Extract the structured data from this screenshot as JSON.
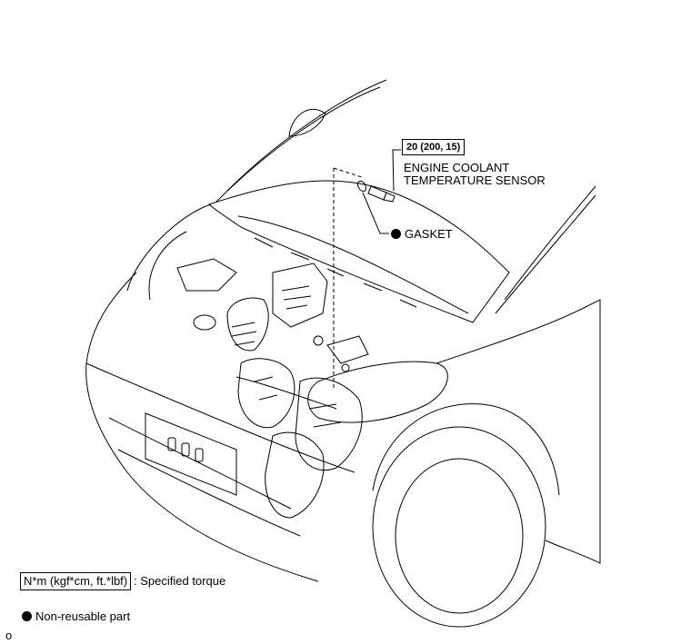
{
  "torque_spec": "20 (200, 15)",
  "parts": {
    "sensor_line1": "ENGINE COOLANT",
    "sensor_line2": "TEMPERATURE SENSOR",
    "gasket": "GASKET"
  },
  "legend": {
    "torque_units": "N*m (kgf*cm, ft.*lbf)",
    "torque_desc": ": Specified torque",
    "nonreusable": "Non-reusable part"
  },
  "corner_text": "o"
}
